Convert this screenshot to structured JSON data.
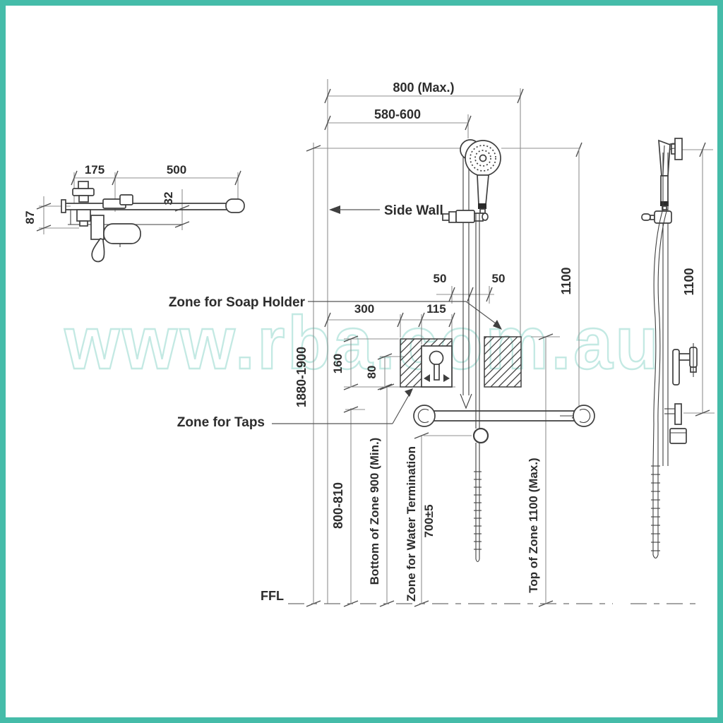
{
  "page": {
    "background_color": "#ffffff",
    "frame_color": "#45BCA9",
    "drawing_line_color": "#3f3f3f",
    "dimension_line_color": "#8f8f8f",
    "text_color": "#2d2d2d"
  },
  "watermark": {
    "text": "www.rba.com.au",
    "color": "#c3e9e3"
  },
  "detail_plan": {
    "dim_175": "175",
    "dim_500": "500",
    "dim_32": "32",
    "dim_87": "87"
  },
  "elevation": {
    "dim_800_max": "800 (Max.)",
    "dim_580_600": "580-600",
    "label_side_wall": "Side Wall",
    "label_soap_holder": "Zone for Soap Holder",
    "dim_50_left": "50",
    "dim_50_right": "50",
    "dim_300": "300",
    "dim_115": "115",
    "dim_160": "160",
    "dim_80": "80",
    "dim_1100": "1100",
    "dim_1880_1900": "1880-1900",
    "dim_800_810": "800-810",
    "label_bottom_zone_900": "Bottom of Zone 900 (Min.)",
    "label_water_termination": "Zone for Water Termination",
    "dim_700_pm5": "700±5",
    "label_top_zone_1100": "Top of Zone 1100 (Max.)",
    "label_zone_for_taps": "Zone for Taps",
    "label_ffl": "FFL"
  },
  "side_view": {
    "dim_1100": "1100"
  }
}
